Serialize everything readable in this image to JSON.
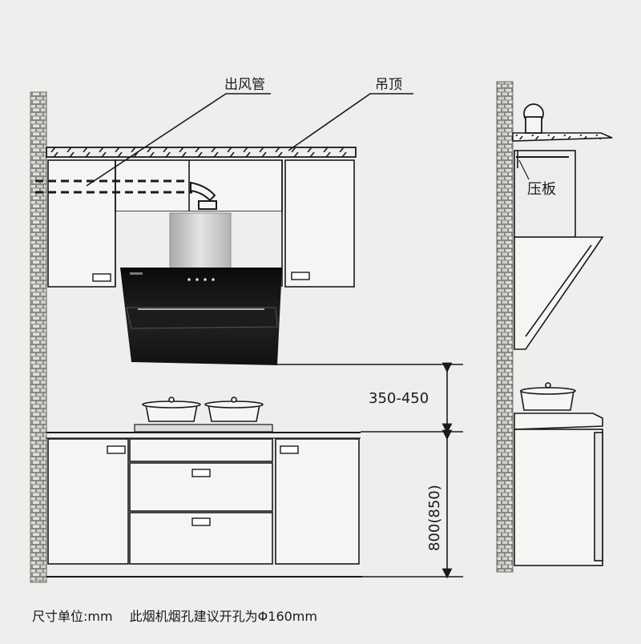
{
  "labels": {
    "exhaust_pipe": "出风管",
    "ceiling": "吊顶",
    "press_plate": "压板",
    "hood_height": "350-450",
    "counter_height": "800(850)"
  },
  "footnote": {
    "unit": "尺寸单位:mm",
    "note": "此烟机烟孔建议开孔为Φ160mm"
  },
  "colors": {
    "background": "#efeeec",
    "line": "#1a1a1a",
    "brick": "#7a7875",
    "cabinet": "#f6f5f3",
    "hood_glass": "#141414",
    "hood_steel": "#c9c9c9"
  }
}
